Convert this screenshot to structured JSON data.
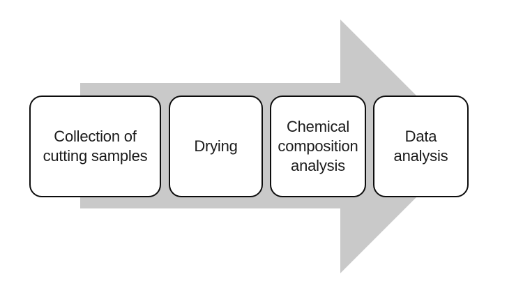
{
  "diagram": {
    "title": "process-flow",
    "arrow": {
      "direction": "right",
      "color": "#c9c9c9"
    },
    "box_style": {
      "fill": "#ffffff",
      "border_color": "#0d0d0d",
      "text_color": "#1a1a1a"
    },
    "steps": [
      {
        "label": "Collection of\ncutting samples"
      },
      {
        "label": "Drying"
      },
      {
        "label": "Chemical\ncomposition\nanalysis"
      },
      {
        "label": "Data\nanalysis"
      }
    ]
  }
}
